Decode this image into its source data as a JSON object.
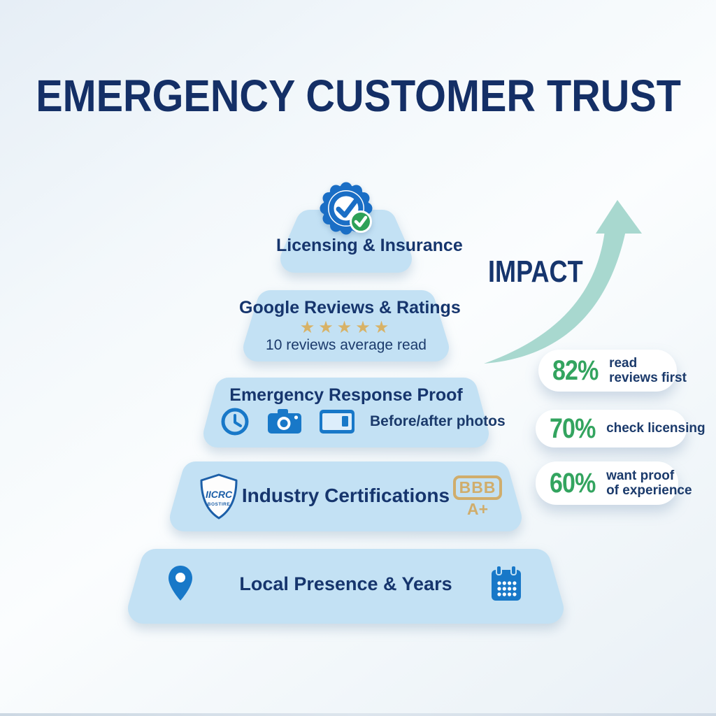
{
  "title": "EMERGENCY CUSTOMER TRUST",
  "impact_label": "IMPACT",
  "pyramid": {
    "levels": [
      {
        "label": "Licensing & Insurance",
        "icon": "verified-badge-icon"
      },
      {
        "label": "Google Reviews & Ratings",
        "stars": "★★★★★",
        "subtext": "10 reviews average read"
      },
      {
        "label": "Emergency Response Proof",
        "subtext": "Before/after photos",
        "icons": [
          "clock-icon",
          "camera-icon",
          "photo-icon"
        ]
      },
      {
        "label": "Industry Certifications",
        "iicrc_badge": {
          "line1": "IICRC",
          "line2": "BOSTIRE"
        },
        "bbb_badge": {
          "line1": "BBB",
          "line2": "A+"
        }
      },
      {
        "label": "Local Presence & Years",
        "icons": [
          "location-pin-icon",
          "calendar-icon"
        ]
      }
    ]
  },
  "stats": [
    {
      "percent": "82%",
      "line1": "read",
      "line2": "reviews first"
    },
    {
      "percent": "70%",
      "line1": "check licensing",
      "line2": ""
    },
    {
      "percent": "60%",
      "line1": "want proof",
      "line2": "of experience"
    }
  ],
  "colors": {
    "navy": "#16356d",
    "level_fill": "#c3e1f4",
    "icon_blue": "#1878c8",
    "badge_blue": "#1a6ec5",
    "green_check": "#2ea158",
    "stat_green": "#33a45f",
    "star_gold": "#d8b266",
    "bbb_gold": "#d0ad6c",
    "arrow_teal": "#a8d8cf"
  }
}
